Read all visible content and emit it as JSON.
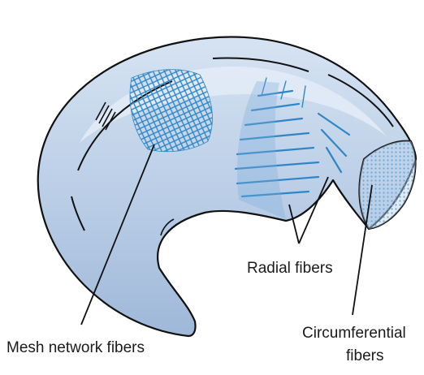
{
  "labels": {
    "mesh": "Mesh network fibers",
    "radial": "Radial fibers",
    "circumferential_line1": "Circumferential",
    "circumferential_line2": "fibers"
  },
  "colors": {
    "meniscus_fill": "#b9cde6",
    "meniscus_light": "#dbe6f3",
    "meniscus_dark": "#8ea9cc",
    "outline": "#111111",
    "fiber_blue": "#2f86c6",
    "label_text": "#1a1a1a"
  }
}
